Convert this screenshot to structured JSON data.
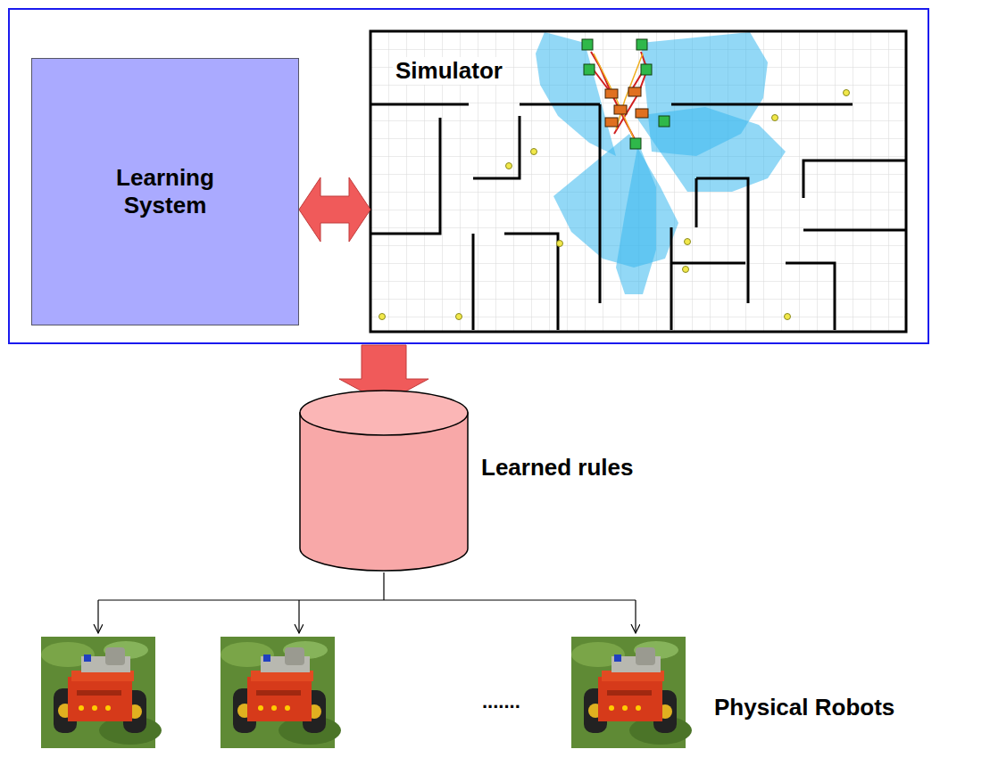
{
  "diagram": {
    "nodes": [
      {
        "text": [
          "Learning System"
        ]
      },
      {
        "text": [
          "Simulator"
        ]
      },
      {
        "text": [
          "Learned rules"
        ]
      }
    ],
    "edges": [
      {
        "from": 0,
        "to": 1,
        "arrow": "both"
      }
    ],
    "labels": [
      ".......",
      "Physical Robots"
    ]
  }
}
